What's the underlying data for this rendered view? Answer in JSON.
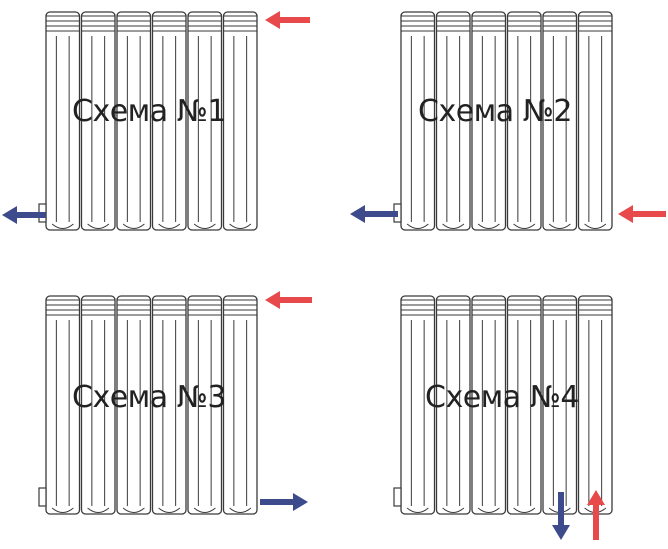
{
  "diagram": {
    "schemes": [
      {
        "label": "Схема №1",
        "sections": 6,
        "flows": [
          {
            "role": "supply",
            "side": "right",
            "level": "top",
            "direction": "in"
          },
          {
            "role": "return",
            "side": "left",
            "level": "bottom",
            "direction": "out"
          }
        ]
      },
      {
        "label": "Схема №2",
        "sections": 6,
        "flows": [
          {
            "role": "supply",
            "side": "right",
            "level": "bottom",
            "direction": "in"
          },
          {
            "role": "return",
            "side": "left",
            "level": "bottom",
            "direction": "out"
          }
        ]
      },
      {
        "label": "Схема №3",
        "sections": 6,
        "flows": [
          {
            "role": "supply",
            "side": "right",
            "level": "top",
            "direction": "in"
          },
          {
            "role": "return",
            "side": "right",
            "level": "bottom",
            "direction": "out"
          }
        ]
      },
      {
        "label": "Схема №4",
        "sections": 6,
        "flows": [
          {
            "role": "return",
            "side": "bottom",
            "level": "bottom",
            "direction": "down"
          },
          {
            "role": "supply",
            "side": "bottom",
            "level": "bottom",
            "direction": "up"
          }
        ]
      }
    ],
    "colors": {
      "supply": "#e8494b",
      "return": "#3d4a8c",
      "outline": "#3a3a3a",
      "fill": "#ffffff"
    }
  }
}
